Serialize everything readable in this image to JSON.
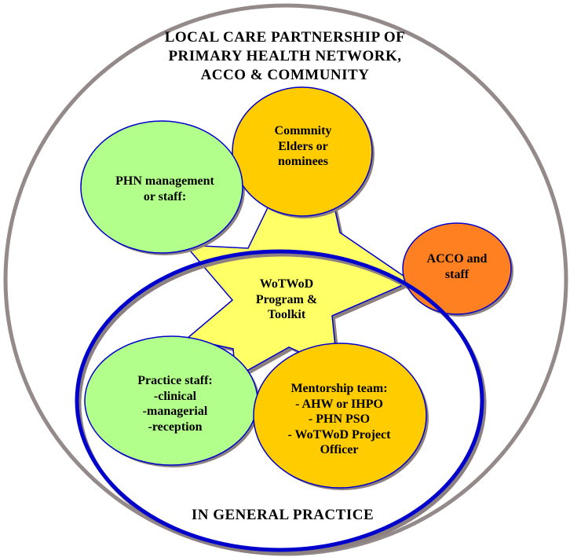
{
  "diagram": {
    "outer_title": [
      "LOCAL CARE PARTNERSHIP OF",
      "PRIMARY HEALTH NETWORK,",
      "ACCO & COMMUNITY"
    ],
    "inner_title": "IN GENERAL PRACTICE",
    "center": {
      "lines": [
        "WoTWoD",
        "Program &",
        "Toolkit"
      ],
      "color": "#ffff66"
    },
    "nodes": {
      "phn": {
        "lines": [
          "PHN management",
          "or staff:"
        ],
        "color": "#b3ff8c"
      },
      "elders": {
        "lines": [
          "Commnity",
          "Elders or",
          "nominees"
        ],
        "color": "#ffcc00"
      },
      "acco": {
        "lines": [
          "ACCO and",
          "staff"
        ],
        "color": "#ff8020"
      },
      "practice": {
        "lines": [
          "Practice staff:",
          "-clinical",
          "-managerial",
          "-reception"
        ],
        "color": "#b3ff8c"
      },
      "mentorship": {
        "lines": [
          "Mentorship team:",
          "- AHW or IHPO",
          "- PHN PSO",
          "- WoTWoD Project",
          "Officer"
        ],
        "color": "#ffcc00"
      }
    },
    "colors": {
      "outer_ring": "#948a8a",
      "inner_ring": "#0000cc",
      "node_border": "#0000cc",
      "shadow": "#8c8080"
    }
  }
}
